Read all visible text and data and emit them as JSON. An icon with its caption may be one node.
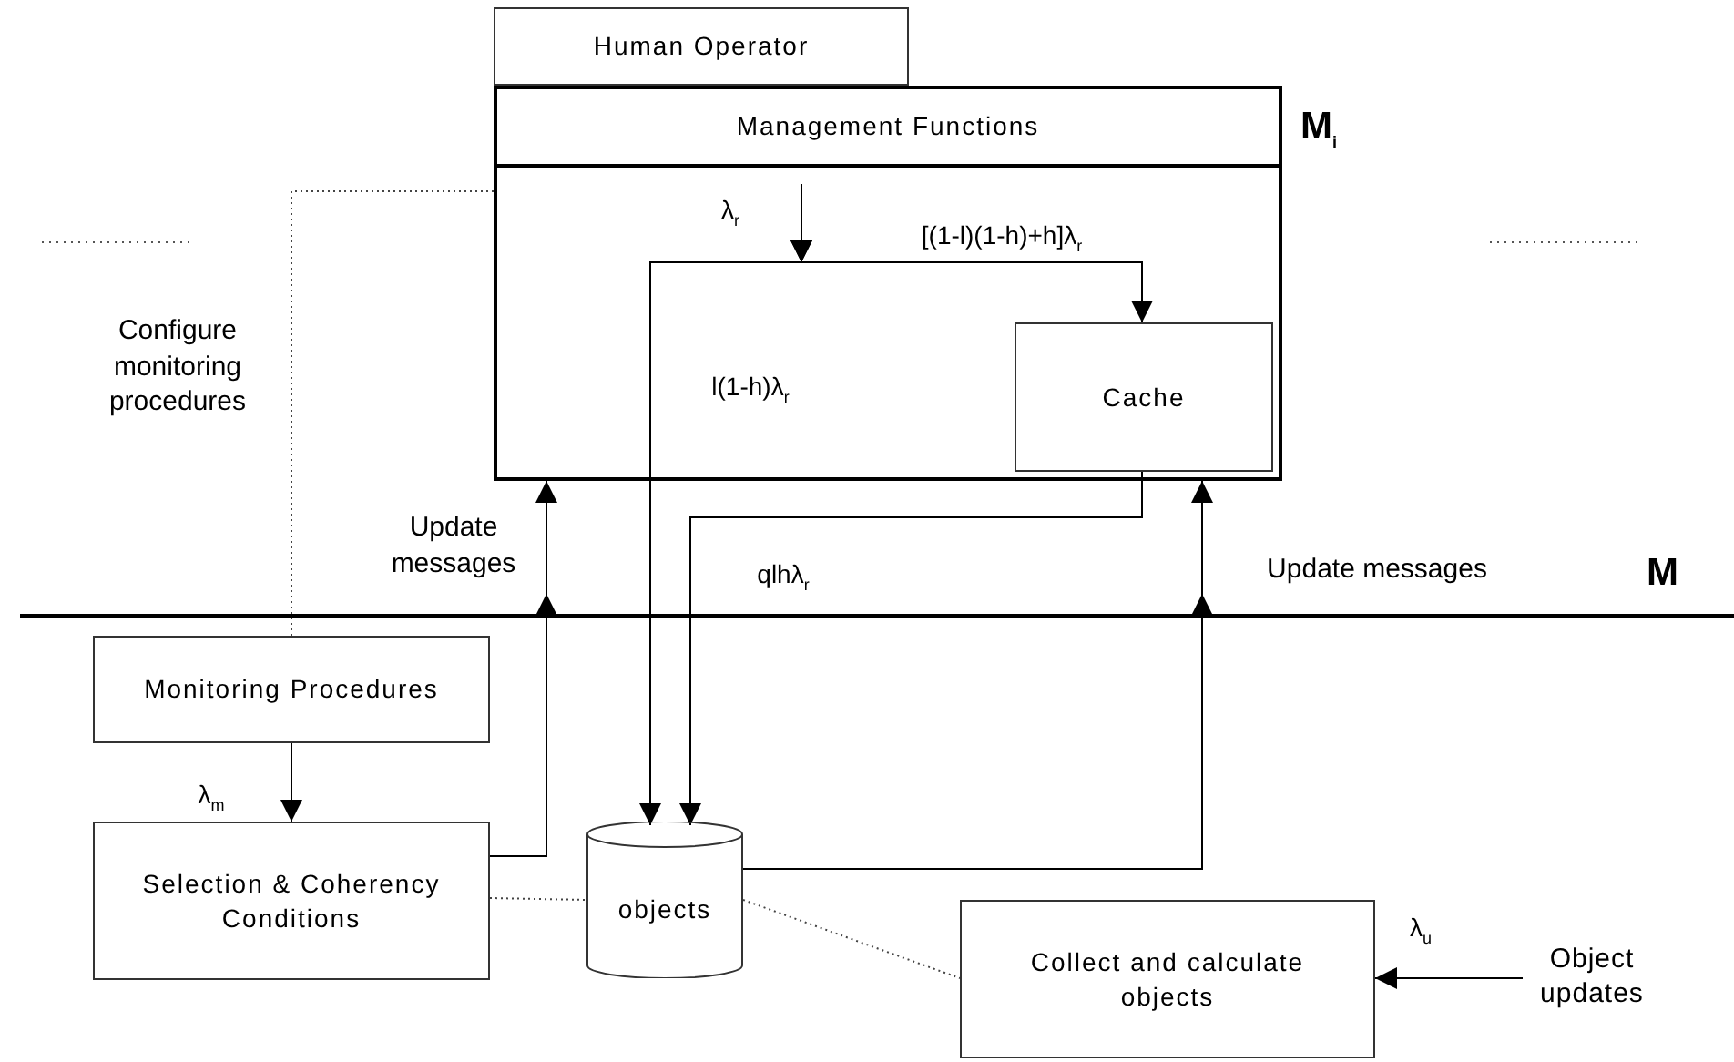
{
  "diagram": {
    "nodes": [
      {
        "text": [
          "Human Operator"
        ]
      },
      {
        "text": [
          "Management Functions"
        ],
        "beside": [
          "M$_{i}$"
        ]
      },
      {
        "text": [
          "Cache"
        ],
        "in": 1
      },
      {
        "text": [
          "Monitoring Procedures"
        ]
      },
      {
        "text": [
          "Selection & Coherency Conditions"
        ]
      },
      {
        "text": [
          "objects"
        ]
      },
      {
        "text": [
          "Collect and calculate objects"
        ]
      },
      {
        "text": [
          "Object updates"
        ]
      }
    ],
    "edges": [
      {
        "from": null,
        "to": 2,
        "arrow": "to",
        "label": "[(1-l)(1-h)+h]λ$_{r}$"
      },
      {
        "from": null,
        "to": 5,
        "arrow": "to",
        "label": "l(1-h)λ$_{r}$"
      },
      {
        "from": 2,
        "to": 5,
        "arrow": "to",
        "label": "qlhλ$_{r}$"
      },
      {
        "from": 4,
        "to": 1,
        "arrow": "to",
        "label": "Update messages"
      },
      {
        "from": 5,
        "to": 1,
        "arrow": "to",
        "label": "Update messages"
      },
      {
        "from": 3,
        "to": 4,
        "arrow": "to",
        "label": "λ$_{m}$"
      },
      {
        "from": 7,
        "to": 6,
        "arrow": "to",
        "label": "λ$_{u}$"
      },
      {
        "from": 3,
        "to": 1,
        "arrow": "none",
        "style": "dashed",
        "label": "Configure monitoring procedures"
      },
      {
        "from": 4,
        "to": 5,
        "arrow": "none",
        "style": "dashed"
      },
      {
        "from": 5,
        "to": 6,
        "arrow": "none",
        "style": "dashed"
      }
    ],
    "labels": [
      "λ$_{r}$",
      "M"
    ]
  }
}
